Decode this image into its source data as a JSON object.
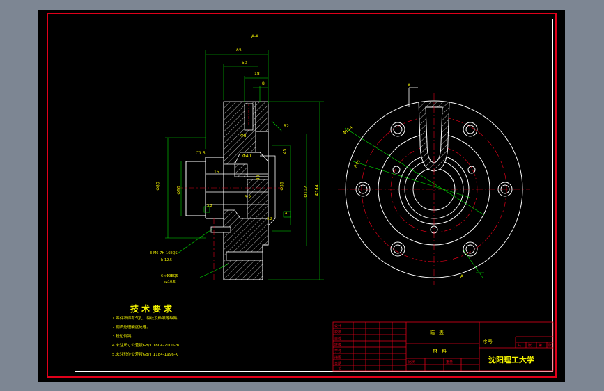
{
  "drawing": {
    "section_label": "A-A",
    "view_label_a": "A",
    "view_label_a2": "A",
    "dimensions": {
      "d_85": "85",
      "d_50": "50",
      "d_18": "18",
      "d_8": "8",
      "d_r2": "R2",
      "d_c1": "C1.5",
      "d_phi8": "Φ8",
      "d_phi40": "Φ40",
      "d_45": "45",
      "d_15": "15",
      "d_30": "30",
      "d_3_2": "3.2",
      "d_left_phi": "Φ80",
      "d_phi60": "Φ60",
      "d_phi144": "Φ144",
      "d_phi36": "Φ36",
      "d_phi102": "Φ102",
      "d_r114": "Φ114",
      "d_r45": "R45",
      "thread_note_1": "3-M6-7H-16EQS",
      "thread_note_2": "b-12.5",
      "thread_note_3": "6×Φ9EQS",
      "thread_note_4": "c⌀10.5",
      "roughness_1": "3.2",
      "roughness_2": "3.2",
      "datum": "A"
    }
  },
  "tech_notes": {
    "title": "技术要求",
    "lines": [
      "1.零件不得有气孔、裂纹及砂眼等缺陷。",
      "2.调质处理硬度处理。",
      "3.锐边倒钝。",
      "4.未注尺寸公差按GB/T  1804-2000-m",
      "5.未注形位公差按GB/T  1184-1996-K"
    ]
  },
  "title_block": {
    "name_label": "端盖",
    "material_label": "材料",
    "seq_label": "序号",
    "university": "沈阳理工大学",
    "small_cells": [
      "比例",
      "重量",
      "共",
      "张",
      "第",
      "张"
    ],
    "left_rows": [
      "设计",
      "校核",
      "审核",
      "班级",
      "学号",
      "描图",
      "日期",
      "工艺"
    ]
  },
  "colors": {
    "background": "#7d8693",
    "canvas": "#000000",
    "frame_red": "#e0001a",
    "line_white": "#ffffff",
    "dim_green": "#00e000",
    "text_yellow": "#f4f400"
  }
}
